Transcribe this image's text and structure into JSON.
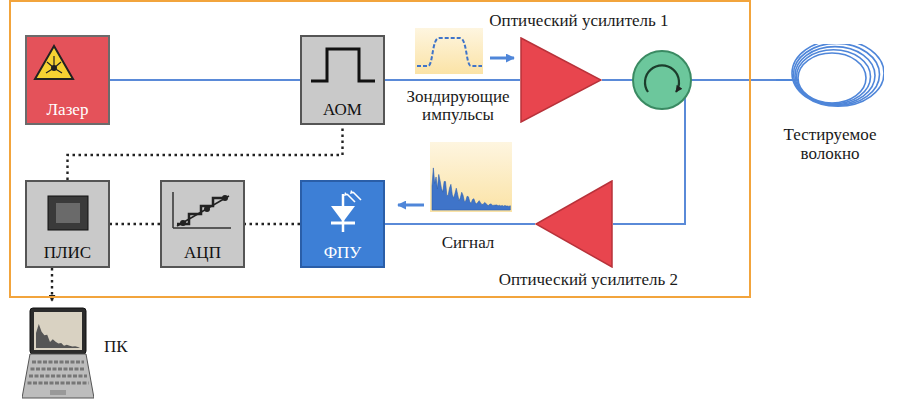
{
  "diagram": {
    "nodes": [
      {
        "text": [
          "Лазер"
        ]
      },
      {
        "text": [
          "АОМ"
        ]
      },
      {
        "text": [
          "Оптический усилитель 1"
        ]
      },
      {
        "text": [
          "Тестируемое волокно"
        ]
      },
      {
        "text": [
          "ПЛИС"
        ]
      },
      {
        "text": [
          "АЦП"
        ]
      },
      {
        "text": [
          "ФПУ"
        ]
      },
      {
        "text": [
          "Оптический усилитель 2"
        ]
      },
      {
        "text": [
          "ПК"
        ]
      }
    ],
    "edges": [
      {
        "from": 0,
        "to": 1,
        "arrow": "none"
      },
      {
        "from": 1,
        "to": 2,
        "arrow": "none"
      },
      {
        "from": 2,
        "to": 3,
        "arrow": "none"
      },
      {
        "from": 3,
        "to": 7,
        "arrow": "none"
      },
      {
        "from": 7,
        "to": 6,
        "arrow": "none"
      },
      {
        "from": 6,
        "to": 5,
        "arrow": "none"
      },
      {
        "from": 5,
        "to": 4,
        "arrow": "none"
      },
      {
        "from": 4,
        "to": 1,
        "arrow": "none"
      },
      {
        "from": 4,
        "to": 8,
        "arrow": "to"
      }
    ],
    "labels": [
      "Зондирующие импульсы",
      "Сигнал"
    ]
  }
}
